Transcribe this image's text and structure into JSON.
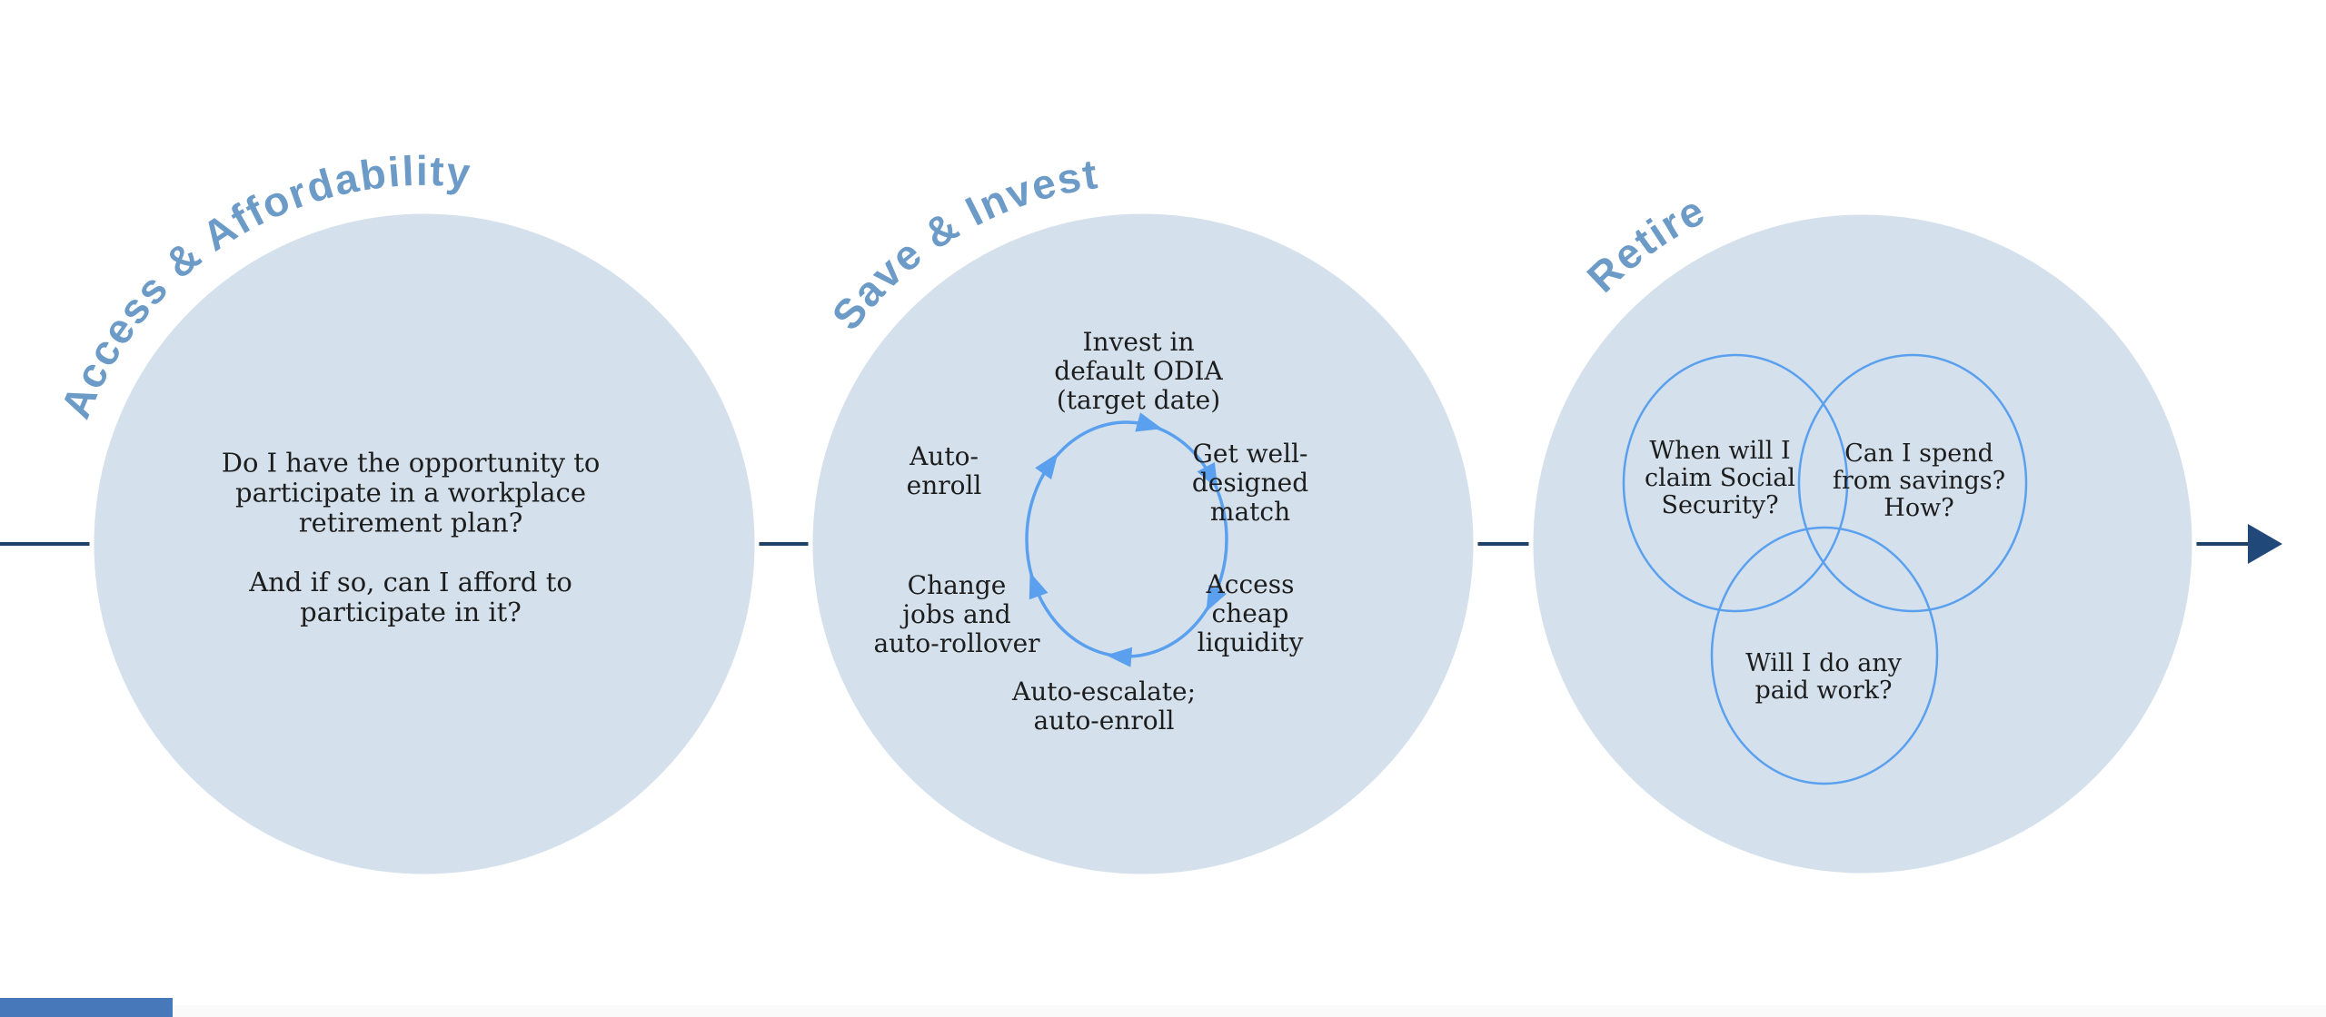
{
  "colors": {
    "stage_circle_fill": "#d4e1ec",
    "stage_title_blue": "#6d9bc7",
    "flow_blue": "#5aa0ef",
    "timeline_navy": "#1f4268",
    "body_text": "#1d1d1d",
    "accent_bar_blue": "#4678ba"
  },
  "stages": [
    {
      "title": "Access & Affordability",
      "question_primary": "Do I have the opportunity to\nparticipate in a workplace\nretirement plan?",
      "question_secondary": "And if so, can I afford to\nparticipate in it?"
    },
    {
      "title": "Save & Invest",
      "cycle": {
        "top": "Invest in\ndefault ODIA\n(target date)",
        "upper_right": "Get well-\ndesigned\nmatch",
        "lower_right": "Access\ncheap\nliquidity",
        "bottom": "Auto-escalate;\nauto-enroll",
        "lower_left": "Change\njobs and\nauto-rollover",
        "upper_left": "Auto-\nenroll"
      }
    },
    {
      "title": "Retire",
      "venn": {
        "left": "When will I\nclaim Social\nSecurity?",
        "right": "Can I spend\nfrom savings?\nHow?",
        "bottom": "Will I do any\npaid work?"
      }
    }
  ]
}
